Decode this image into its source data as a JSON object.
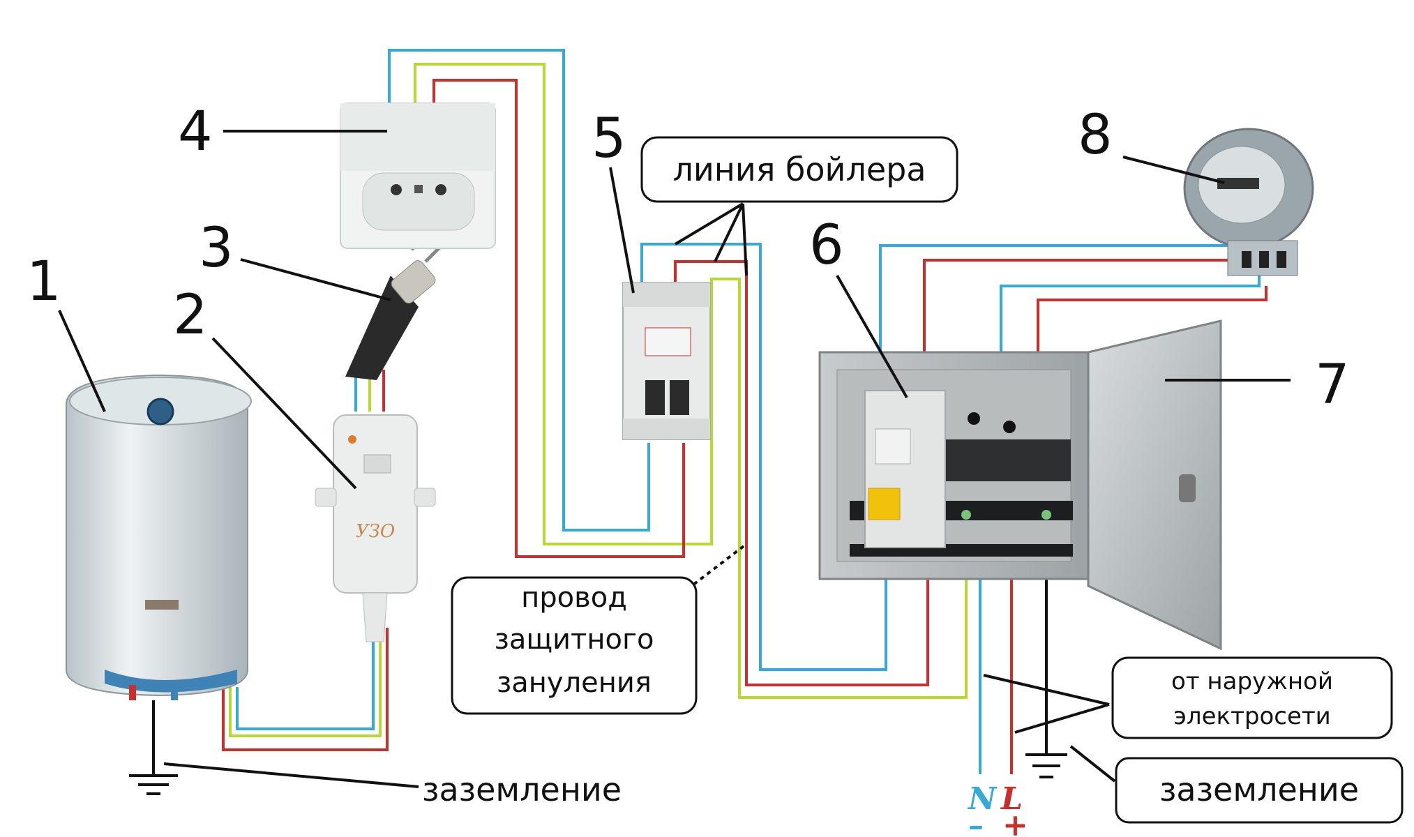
{
  "numbers": {
    "n1": "1",
    "n2": "2",
    "n3": "3",
    "n4": "4",
    "n5": "5",
    "n6": "6",
    "n7": "7",
    "n8": "8"
  },
  "labels": {
    "boiler_line": "линия бойлера",
    "protective_wire": [
      "провод",
      "защитного",
      "зануления"
    ],
    "external_grid": [
      "от наружной",
      "электросети"
    ],
    "grounding_left": "заземление",
    "grounding_right": "заземление",
    "neutral": "N",
    "phase": "L",
    "minus": "–",
    "plus": "+",
    "rcd_text": "УЗО"
  },
  "colors": {
    "neutral_wire": "#36a9d6",
    "phase_wire": "#c9302c",
    "protective_wire": "#b6d933"
  }
}
